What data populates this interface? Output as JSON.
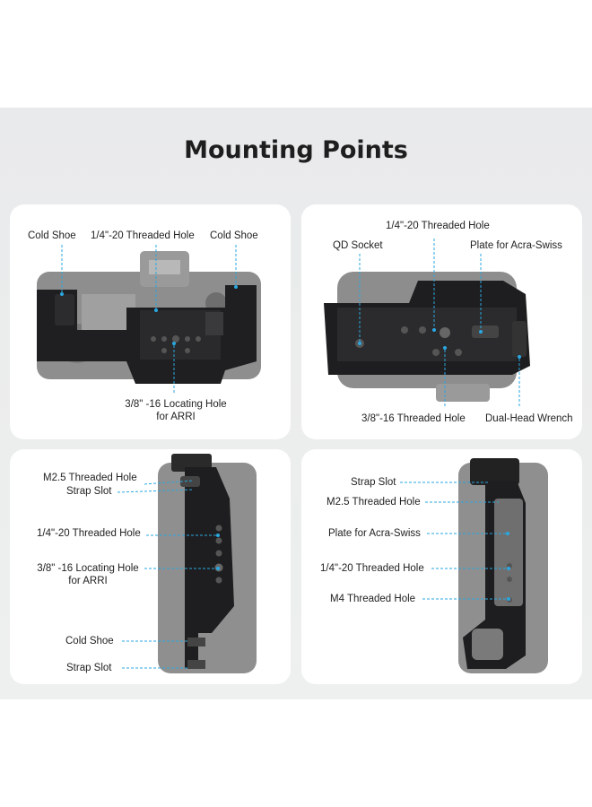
{
  "title": "Mounting Points",
  "panels": {
    "top_left": {
      "labels": [
        "Cold Shoe",
        "1/4\"-20 Threaded Hole",
        "Cold Shoe"
      ],
      "bottom_label": [
        "3/8\" -16 Locating Hole",
        "for ARRI"
      ]
    },
    "top_right": {
      "labels": [
        "1/4\"-20 Threaded Hole",
        "QD Socket",
        "Plate for Acra-Swiss",
        "3/8\"-16 Threaded Hole",
        "Dual-Head Wrench"
      ]
    },
    "bottom_left": {
      "labels": [
        "M2.5 Threaded Hole",
        "Strap Slot",
        "1/4\"-20 Threaded Hole",
        "3/8\" -16 Locating Hole",
        "for ARRI",
        "Cold Shoe",
        "Strap Slot"
      ]
    },
    "bottom_right": {
      "labels": [
        "Strap Slot",
        "M2.5 Threaded Hole",
        "Plate for Acra-Swiss",
        "1/4\"-20 Threaded Hole",
        "M4 Threaded Hole"
      ]
    }
  },
  "colors": {
    "accent": "#2aa7e0",
    "cage": "#1c1c1e",
    "camera": "#8a8a8a",
    "banner": "#ebecec"
  }
}
